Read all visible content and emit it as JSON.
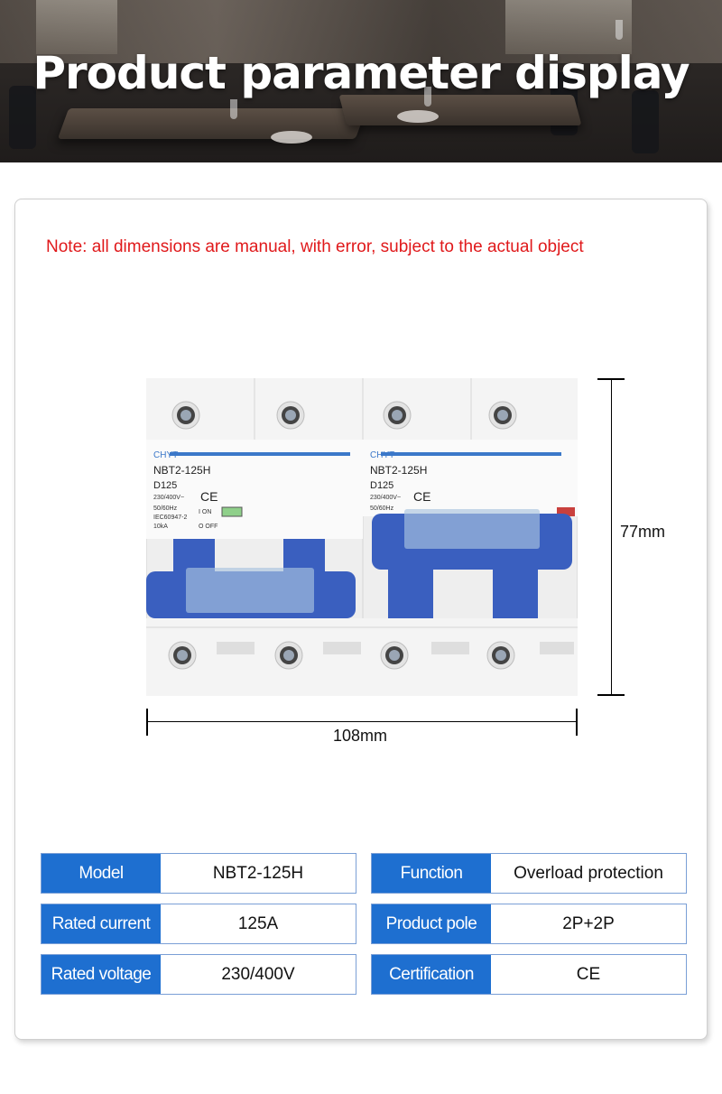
{
  "banner": {
    "title": "Product parameter display"
  },
  "note": "Note: all dimensions are manual, with error, subject to the actual object",
  "dimensions": {
    "height": "77mm",
    "width": "108mm"
  },
  "product_label": {
    "brand": "CHYT",
    "model": "NBT2-125H",
    "rating": "D125",
    "voltage": "230/400V~",
    "frequency": "50/60Hz",
    "standard": "IEC60947-2",
    "breaking": "10kA",
    "on": "I ON",
    "off": "O OFF"
  },
  "specs": [
    {
      "label": "Model",
      "value": "NBT2-125H"
    },
    {
      "label": "Function",
      "value": "Overload protection"
    },
    {
      "label": "Rated current",
      "value": "125A"
    },
    {
      "label": "Product pole",
      "value": "2P+2P"
    },
    {
      "label": "Rated voltage",
      "value": "230/400V"
    },
    {
      "label": "Certification",
      "value": "CE"
    }
  ],
  "colors": {
    "accent_blue": "#1e6fd0",
    "note_red": "#e0191b",
    "handle_blue": "#3a5fbf"
  }
}
